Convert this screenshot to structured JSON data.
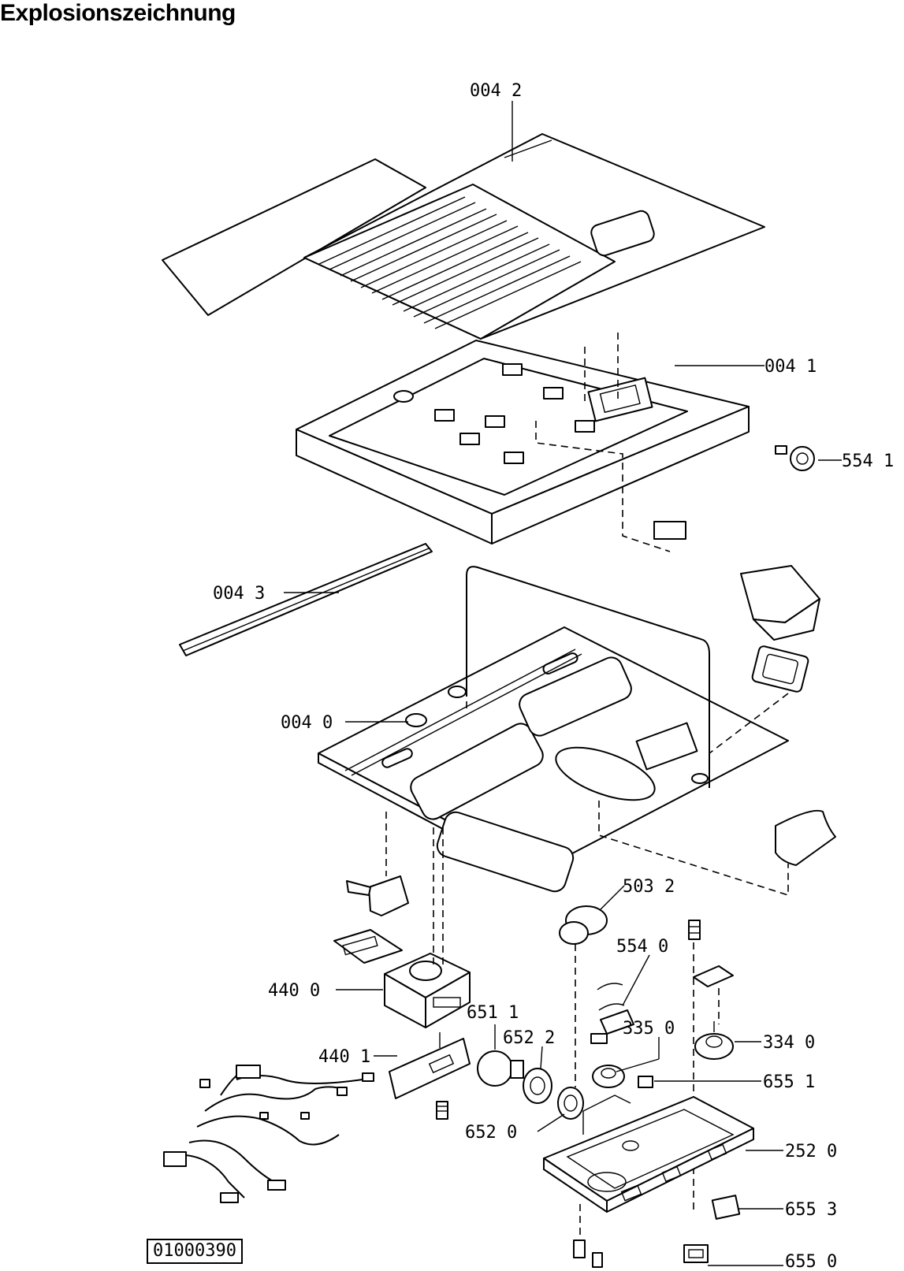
{
  "title": "Explosionszeichnung",
  "document_number": "01000390",
  "callouts": [
    {
      "id": "004-2",
      "label": "004 2"
    },
    {
      "id": "004-1",
      "label": "004 1"
    },
    {
      "id": "554-1",
      "label": "554 1"
    },
    {
      "id": "004-3",
      "label": "004 3"
    },
    {
      "id": "004-0",
      "label": "004 0"
    },
    {
      "id": "503-2",
      "label": "503 2"
    },
    {
      "id": "554-0",
      "label": "554 0"
    },
    {
      "id": "440-0",
      "label": "440 0"
    },
    {
      "id": "651-1",
      "label": "651 1"
    },
    {
      "id": "652-2",
      "label": "652 2"
    },
    {
      "id": "335-0",
      "label": "335 0"
    },
    {
      "id": "334-0",
      "label": "334 0"
    },
    {
      "id": "440-1",
      "label": "440 1"
    },
    {
      "id": "655-1",
      "label": "655 1"
    },
    {
      "id": "652-0",
      "label": "652 0"
    },
    {
      "id": "252-0",
      "label": "252 0"
    },
    {
      "id": "655-3",
      "label": "655 3"
    },
    {
      "id": "655-0",
      "label": "655 0"
    }
  ]
}
